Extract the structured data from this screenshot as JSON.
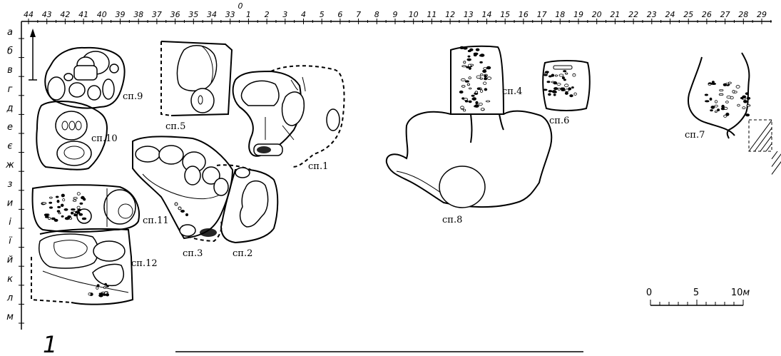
{
  "origin_label": "0",
  "columns": [
    "44",
    "43",
    "42",
    "41",
    "40",
    "39",
    "38",
    "37",
    "36",
    "35",
    "34",
    "33",
    "1",
    "2",
    "3",
    "4",
    "5",
    "6",
    "7",
    "8",
    "9",
    "10",
    "11",
    "12",
    "13",
    "14",
    "15",
    "16",
    "17",
    "18",
    "19",
    "20",
    "21",
    "22",
    "23",
    "24",
    "25",
    "26",
    "27",
    "28",
    "29"
  ],
  "rows": [
    "а",
    "б",
    "в",
    "г",
    "д",
    "е",
    "є",
    "ж",
    "з",
    "и",
    "і",
    "ї",
    "й",
    "к",
    "л",
    "м"
  ],
  "features": {
    "sp1": "сп.1",
    "sp2": "сп.2",
    "sp3": "сп.3",
    "sp4": "сп.4",
    "sp5": "сп.5",
    "sp6": "сп.6",
    "sp7": "сп.7",
    "sp8": "сп.8",
    "sp9": "сп.9",
    "sp10": "сп.10",
    "sp11": "сп.11",
    "sp12": "сп.12"
  },
  "scale": {
    "start": "0",
    "middle": "5",
    "end": "10",
    "unit": "м"
  },
  "figure_number": "1"
}
